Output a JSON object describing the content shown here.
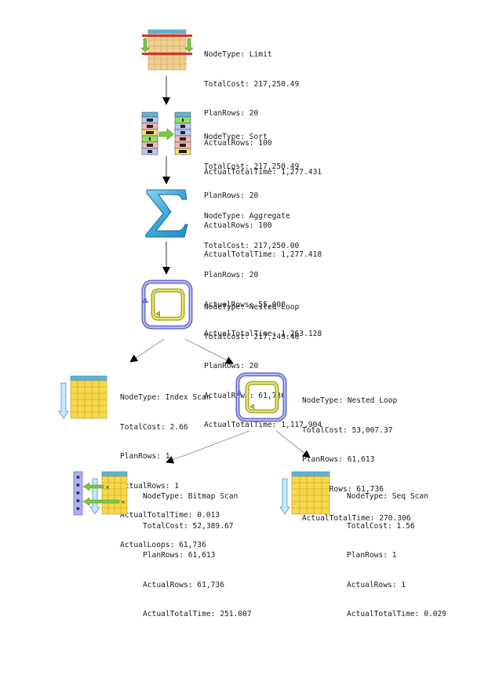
{
  "nodes": {
    "limit": {
      "icon": "limit-icon",
      "lines": [
        "NodeType: Limit",
        "TotalCost: 217,250.49",
        "PlanRows: 20",
        "ActualRows: 100",
        "ActualTotalTime: 1,277.431"
      ]
    },
    "sort": {
      "icon": "sort-icon",
      "lines": [
        "NodeType: Sort",
        "TotalCost: 217,250.49",
        "PlanRows: 20",
        "ActualRows: 100",
        "ActualTotalTime: 1,277.418"
      ]
    },
    "aggregate": {
      "icon": "sigma-icon",
      "lines": [
        "NodeType: Aggregate",
        "TotalCost: 217,250.00",
        "PlanRows: 20",
        "ActualRows: 55,008",
        "ActualTotalTime: 1,263.128"
      ]
    },
    "nested_loop_1": {
      "icon": "loop-icon",
      "lines": [
        "NodeType: Nested Loop",
        "TotalCost: 217,249.40",
        "PlanRows: 20",
        "ActualRows: 61,736",
        "ActualTotalTime: 1,117.904"
      ]
    },
    "index_scan": {
      "icon": "index-scan-icon",
      "lines": [
        "NodeType: Index Scan",
        "TotalCost: 2.66",
        "PlanRows: 1",
        "ActualRows: 1",
        "ActualTotalTime: 0.013",
        "ActualLoops: 61,736"
      ]
    },
    "nested_loop_2": {
      "icon": "loop-icon",
      "lines": [
        "NodeType: Nested Loop",
        "TotalCost: 53,007.37",
        "PlanRows: 61,613",
        "ActualRows: 61,736",
        "ActualTotalTime: 270.306"
      ]
    },
    "bitmap_scan": {
      "icon": "bitmap-scan-icon",
      "lines": [
        "NodeType: Bitmap Scan",
        "TotalCost: 52,389.67",
        "PlanRows: 61,613",
        "ActualRows: 61,736",
        "ActualTotalTime: 251.007"
      ]
    },
    "seq_scan": {
      "icon": "seq-scan-icon",
      "lines": [
        "NodeType: Seq Scan",
        "TotalCost: 1.56",
        "PlanRows: 1",
        "ActualRows: 1",
        "ActualTotalTime: 0.029"
      ]
    }
  },
  "colors": {
    "table_cell": "#f0d090",
    "table_header": "#5ab6e0",
    "scan_cell": "#f8d84a",
    "loop_blue": "#7c7fd8",
    "loop_yellow": "#c8c848",
    "sigma_blue": "#4ab4e0",
    "arrow_green": "#7cc840",
    "limit_red": "#d83030",
    "edge": "#000000"
  }
}
